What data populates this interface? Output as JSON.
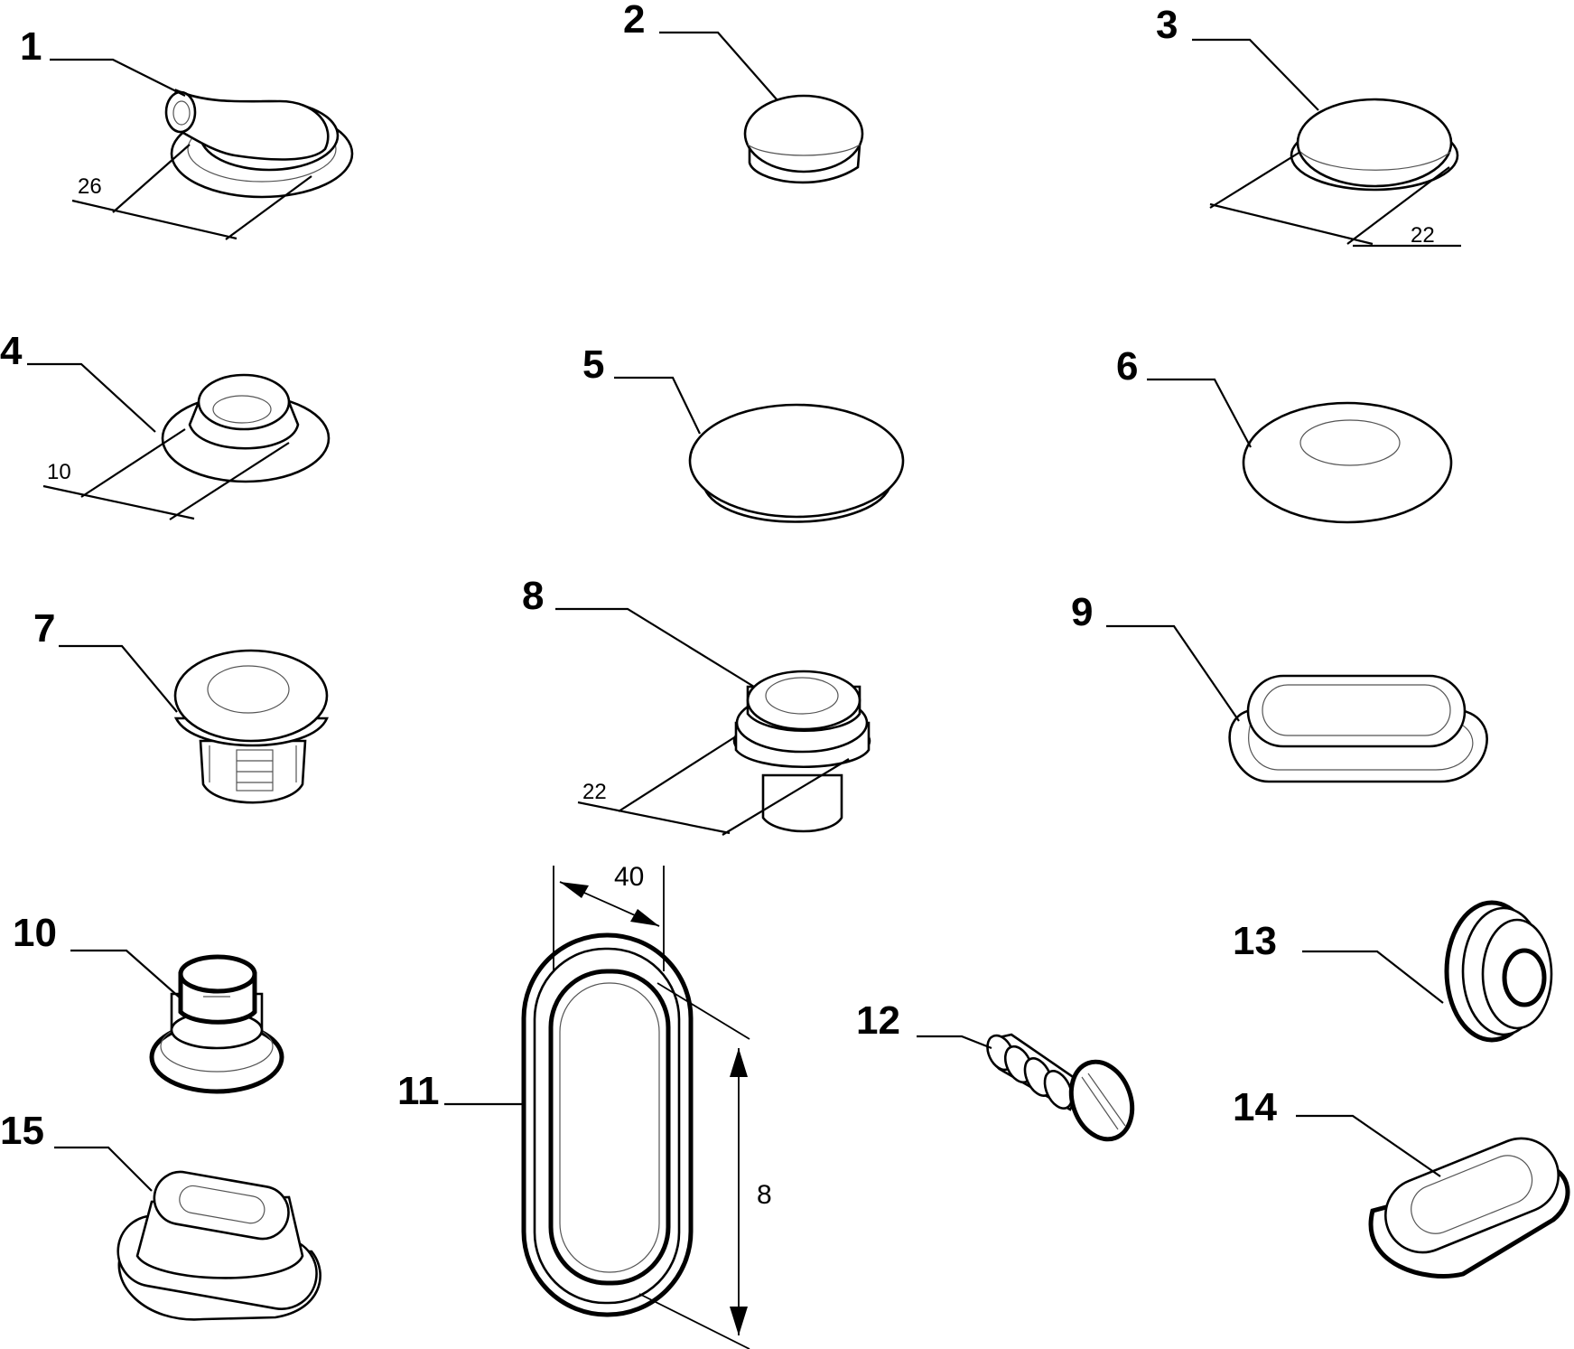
{
  "parts": [
    {
      "id": "part-1",
      "number": "1",
      "dimension": "26"
    },
    {
      "id": "part-2",
      "number": "2"
    },
    {
      "id": "part-3",
      "number": "3",
      "dimension": "22"
    },
    {
      "id": "part-4",
      "number": "4",
      "dimension": "10"
    },
    {
      "id": "part-5",
      "number": "5"
    },
    {
      "id": "part-6",
      "number": "6"
    },
    {
      "id": "part-7",
      "number": "7"
    },
    {
      "id": "part-8",
      "number": "8",
      "dimension": "22"
    },
    {
      "id": "part-9",
      "number": "9"
    },
    {
      "id": "part-10",
      "number": "10"
    },
    {
      "id": "part-11",
      "number": "11",
      "dimension_width": "40",
      "dimension_height": "8"
    },
    {
      "id": "part-12",
      "number": "12"
    },
    {
      "id": "part-13",
      "number": "13"
    },
    {
      "id": "part-14",
      "number": "14"
    },
    {
      "id": "part-15",
      "number": "15"
    }
  ]
}
